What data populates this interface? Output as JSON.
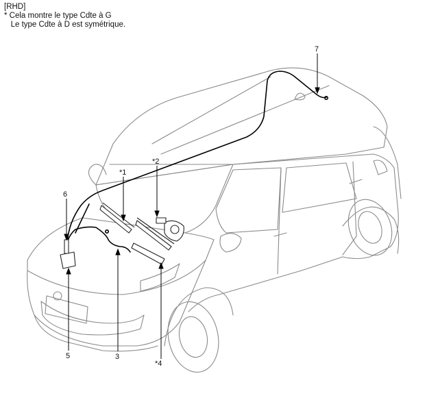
{
  "header": {
    "line1": "[RHD]",
    "line2": "* Cela montre le type Cdte à G",
    "line3": "   Le type Cdte à D est symétrique."
  },
  "callouts": {
    "c1": "*1",
    "c2": "*2",
    "c3": "3",
    "c4": "*4",
    "c5": "5",
    "c6": "6",
    "c7": "7"
  },
  "colors": {
    "outline": "#8a8a8a",
    "harness": "#000000",
    "ink": "#111111"
  }
}
